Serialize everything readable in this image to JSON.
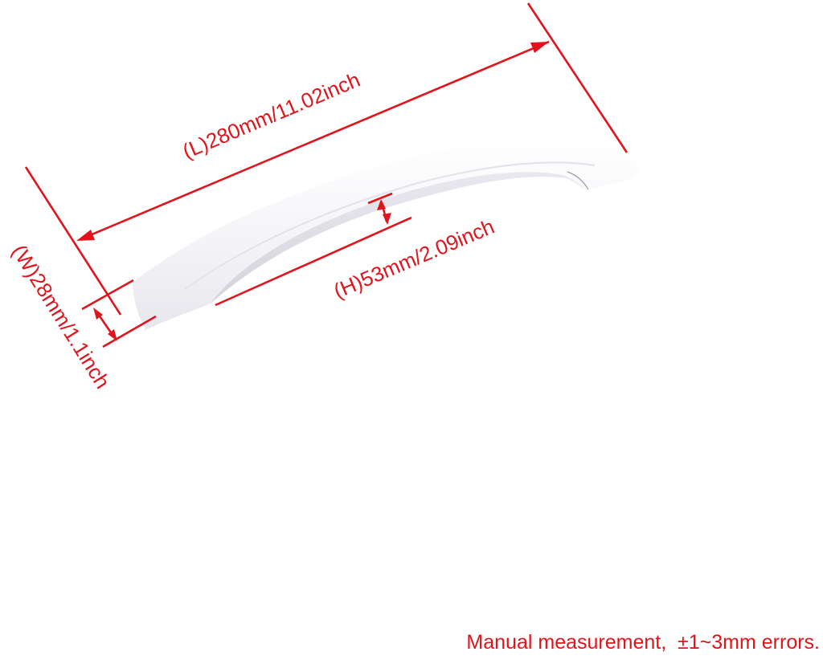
{
  "figure": {
    "subject": "curved white cabinet handle",
    "annotation_color": "#e0141c",
    "handle_color": "#f4f4f8",
    "handle_shadow_color": "#d4d4dc"
  },
  "dimensions": {
    "length": {
      "label": "(L)280mm/11.02inch",
      "mm": 280,
      "inch": 11.02
    },
    "height": {
      "label": "(H)53mm/2.09inch",
      "mm": 53,
      "inch": 2.09
    },
    "width": {
      "label": "(W)28mm/1.1inch",
      "mm": 28,
      "inch": 1.1
    }
  },
  "footnote": "Manual measurement,  ±1~3mm errors."
}
